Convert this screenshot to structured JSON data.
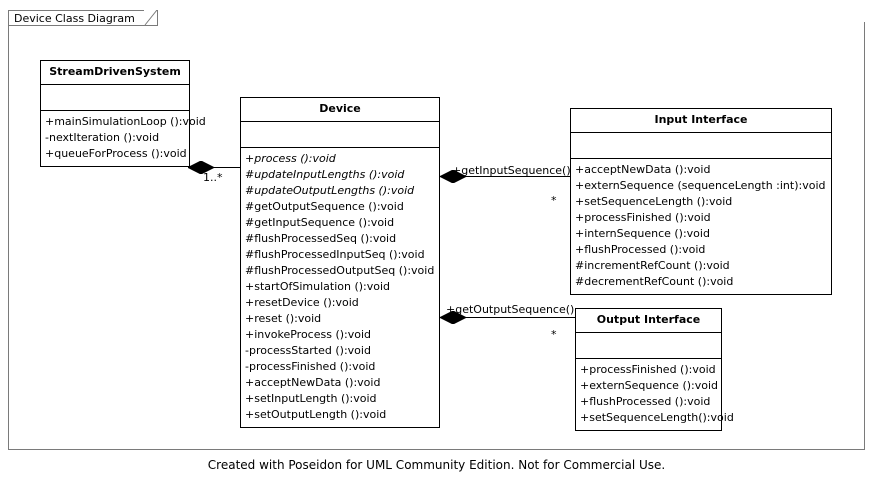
{
  "frame": {
    "tab_label": "Device Class Diagram"
  },
  "footer": {
    "text": "Created with Poseidon for UML Community Edition. Not for Commercial Use."
  },
  "classes": {
    "stream_driven_system": {
      "name": "StreamDrivenSystem",
      "attributes": [],
      "operations": [
        {
          "text": "+mainSimulationLoop ():void",
          "abstract": false
        },
        {
          "text": "-nextIteration ():void",
          "abstract": false
        },
        {
          "text": "+queueForProcess ():void",
          "abstract": false
        }
      ]
    },
    "device": {
      "name": "Device",
      "attributes": [],
      "operations": [
        {
          "text": "+process ():void",
          "abstract": true
        },
        {
          "text": "#updateInputLengths  ():void",
          "abstract": true
        },
        {
          "text": "#updateOutputLengths  ():void",
          "abstract": true
        },
        {
          "text": "#getOutputSequence  ():void",
          "abstract": false
        },
        {
          "text": "#getInputSequence  ():void",
          "abstract": false
        },
        {
          "text": "#flushProcessedSeq  ():void",
          "abstract": false
        },
        {
          "text": "#flushProcessedInputSeq  ():void",
          "abstract": false
        },
        {
          "text": "#flushProcessedOutputSeq  ():void",
          "abstract": false
        },
        {
          "text": "+startOfSimulation  ():void",
          "abstract": false
        },
        {
          "text": "+resetDevice  ():void",
          "abstract": false
        },
        {
          "text": "+reset ():void",
          "abstract": false
        },
        {
          "text": "+invokeProcess  ():void",
          "abstract": false
        },
        {
          "text": "-processStarted  ():void",
          "abstract": false
        },
        {
          "text": "-processFinished  ():void",
          "abstract": false
        },
        {
          "text": "+acceptNewData  ():void",
          "abstract": false
        },
        {
          "text": "+setInputLength ():void",
          "abstract": false
        },
        {
          "text": "+setOutputLength  ():void",
          "abstract": false
        }
      ]
    },
    "input_interface": {
      "name": "Input Interface",
      "attributes": [],
      "operations": [
        {
          "text": "+acceptNewData  ():void",
          "abstract": false
        },
        {
          "text": "+externSequence  (sequenceLength  :int):void",
          "abstract": false
        },
        {
          "text": "+setSequenceLength  ():void",
          "abstract": false
        },
        {
          "text": "+processFinished  ():void",
          "abstract": false
        },
        {
          "text": "+internSequence  ():void",
          "abstract": false
        },
        {
          "text": "+flushProcessed  ():void",
          "abstract": false
        },
        {
          "text": "#incrementRefCount  ():void",
          "abstract": false
        },
        {
          "text": "#decrementRefCount  ():void",
          "abstract": false
        }
      ]
    },
    "output_interface": {
      "name": "Output Interface",
      "attributes": [],
      "operations": [
        {
          "text": "+processFinished  ():void",
          "abstract": false
        },
        {
          "text": "+externSequence  ():void",
          "abstract": false
        },
        {
          "text": "+flushProcessed  ():void",
          "abstract": false
        },
        {
          "text": "+setSequenceLength():void",
          "abstract": false
        }
      ]
    }
  },
  "associations": {
    "sds_device": {
      "label": "",
      "multiplicity": "1..*",
      "kind": "composition"
    },
    "device_input": {
      "label": "+getInputSequence()",
      "multiplicity": "*",
      "kind": "composition"
    },
    "device_output": {
      "label": "+getOutputSequence()",
      "multiplicity": "*",
      "kind": "composition"
    }
  }
}
